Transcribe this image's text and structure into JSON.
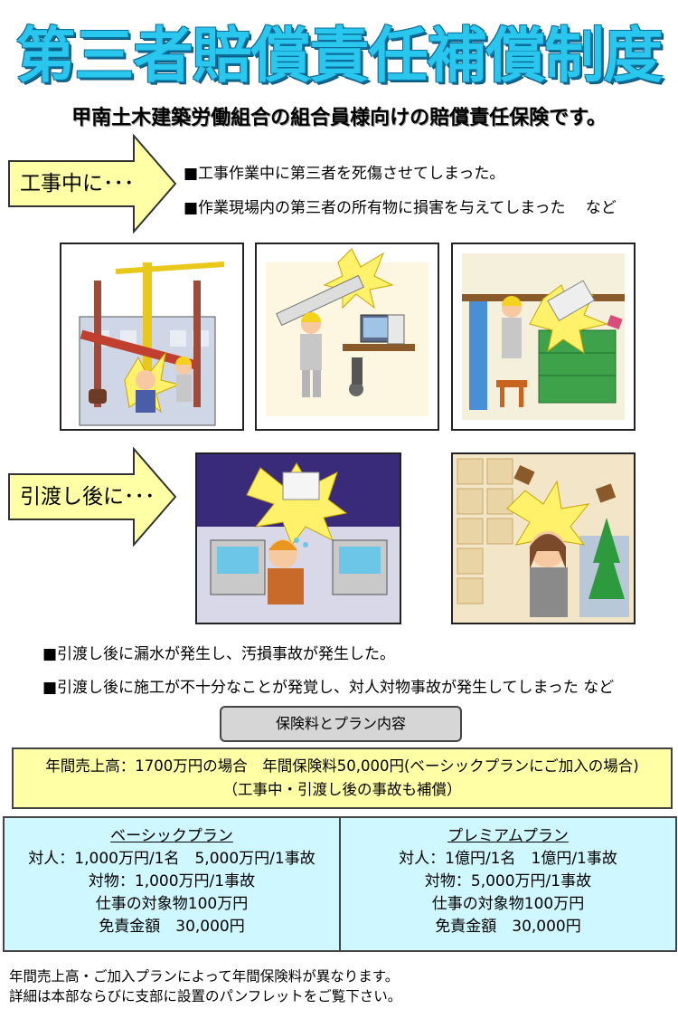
{
  "title": "第三者賠償責任補償制度",
  "subtitle": "甲南土木建築労働組合の組合員様向けの賠償責任保険です。",
  "section_construction": {
    "label": "工事中に･･･",
    "bullets": [
      "■工事作業中に第三者を死傷させてしまった。",
      "■作業現場内の第三者の所有物に損害を与えてしまった　 など"
    ]
  },
  "section_handover": {
    "label": "引渡し後に･･･",
    "bullets": [
      "■引渡し後に漏水が発生し、汚損事故が発生した。",
      "■引渡し後に施工が不十分なことが発覚し、対人対物事故が発生してしまった  など"
    ]
  },
  "premium_button": "保険料とプラン内容",
  "premium_info": {
    "line1": "年間売上高：1700万円の場合　年間保険料50,000円(ベーシックプランにご加入の場合)",
    "line2": "（工事中・引渡し後の事故も補償）"
  },
  "plans": [
    {
      "name": "ベーシックプラン",
      "lines": [
        "対人：1,000万円/1名　5,000万円/1事故",
        "対物：1,000万円/1事故",
        "仕事の対象物100万円",
        "免責金額　30,000円"
      ]
    },
    {
      "name": "プレミアムプラン",
      "lines": [
        "対人：1億円/1名　1億円/1事故",
        "対物：5,000万円/1事故",
        "仕事の対象物100万円",
        "免責金額　30,000円"
      ]
    }
  ],
  "footer": [
    "年間売上高・ご加入プランによって年間保険料が異なります。",
    "詳細は本部ならびに支部に設置のパンフレットをご覧下さい。"
  ],
  "colors": {
    "title": "#29c6ee",
    "arrow": "#ffffa6",
    "premium_box": "#ffffa6",
    "plan_box": "#cff7ff",
    "button": "#d6d6d6"
  }
}
